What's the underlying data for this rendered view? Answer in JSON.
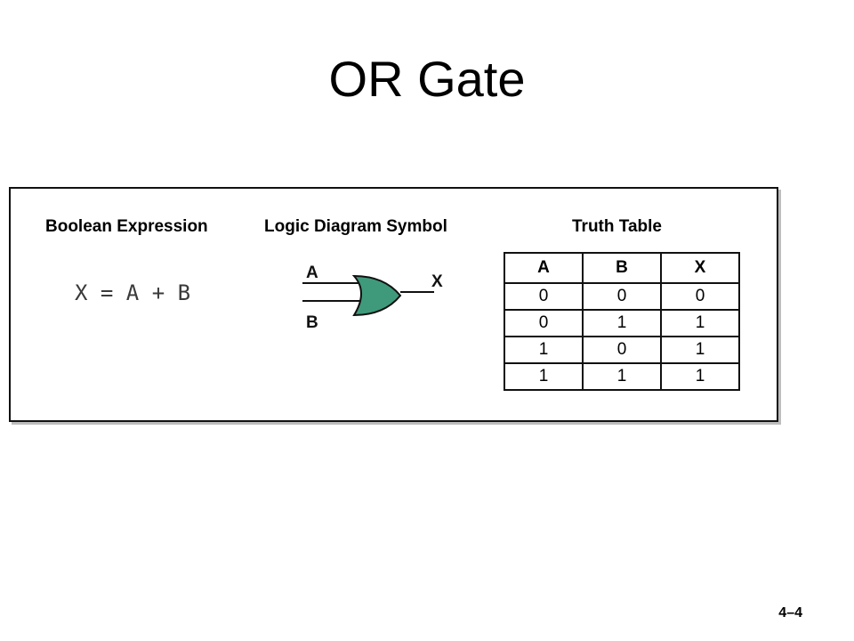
{
  "slide": {
    "title": "OR Gate",
    "number": "4–4"
  },
  "sections": {
    "boolean_heading": "Boolean Expression",
    "logic_heading": "Logic Diagram Symbol",
    "truth_heading": "Truth Table"
  },
  "expression": "X = A + B",
  "gate": {
    "input_a": "A",
    "input_b": "B",
    "output": "X",
    "fill_color": "#3f9a7c"
  },
  "truth_table": {
    "headers": [
      "A",
      "B",
      "X"
    ],
    "rows": [
      [
        "0",
        "0",
        "0"
      ],
      [
        "0",
        "1",
        "1"
      ],
      [
        "1",
        "0",
        "1"
      ],
      [
        "1",
        "1",
        "1"
      ]
    ]
  }
}
